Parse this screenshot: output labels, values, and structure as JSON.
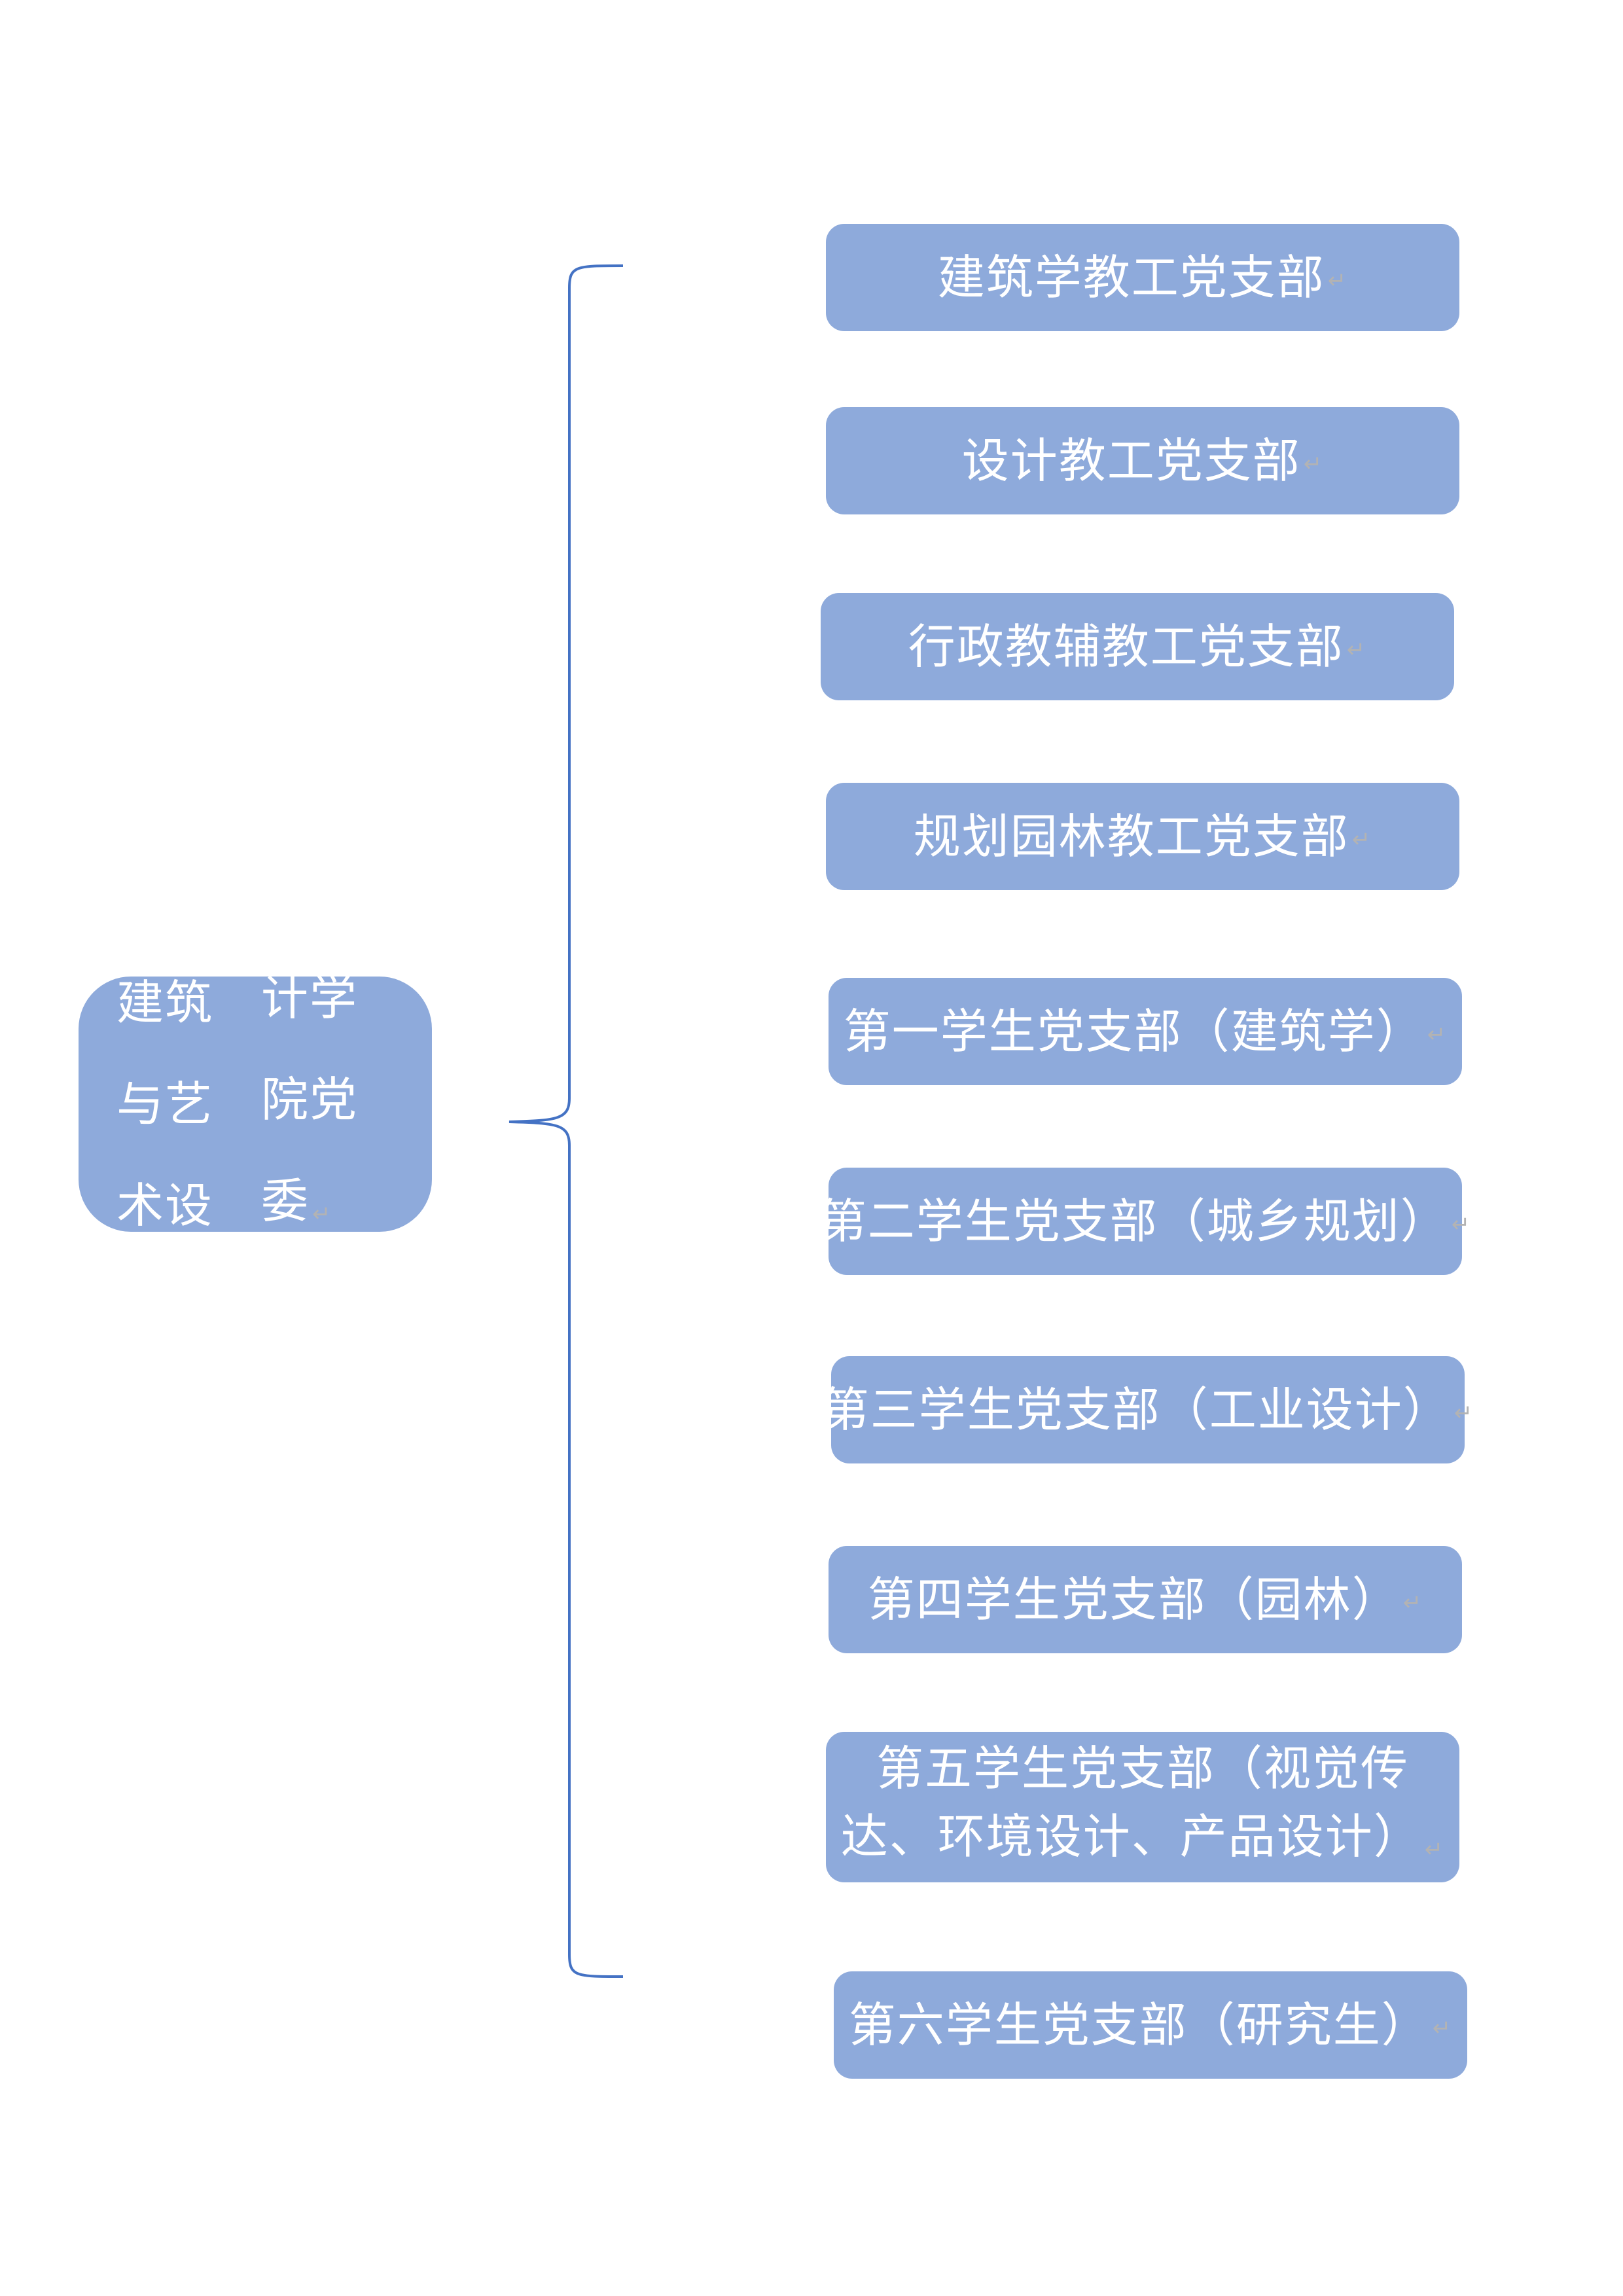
{
  "diagram": {
    "root": {
      "label_line1": "建筑与艺术设",
      "label_line2": "计学院党委"
    },
    "branches": [
      {
        "label": "建筑学教工党支部"
      },
      {
        "label": "设计教工党支部"
      },
      {
        "label": "行政教辅教工党支部"
      },
      {
        "label": "规划园林教工党支部"
      },
      {
        "label": "第一学生党支部（建筑学）"
      },
      {
        "label": "第二学生党支部（城乡规划）"
      },
      {
        "label": "第三学生党支部（工业设计）"
      },
      {
        "label": "第四学生党支部（园林）"
      },
      {
        "label_line1": "第五学生党支部（视觉传",
        "label_line2": "达、环境设计、产品设计）"
      },
      {
        "label": "第六学生党支部（研究生）"
      }
    ],
    "paragraph_mark": "↵",
    "colors": {
      "node_fill": "#8eaadb",
      "node_text": "#ffffff",
      "bracket_stroke": "#4472c4"
    }
  }
}
